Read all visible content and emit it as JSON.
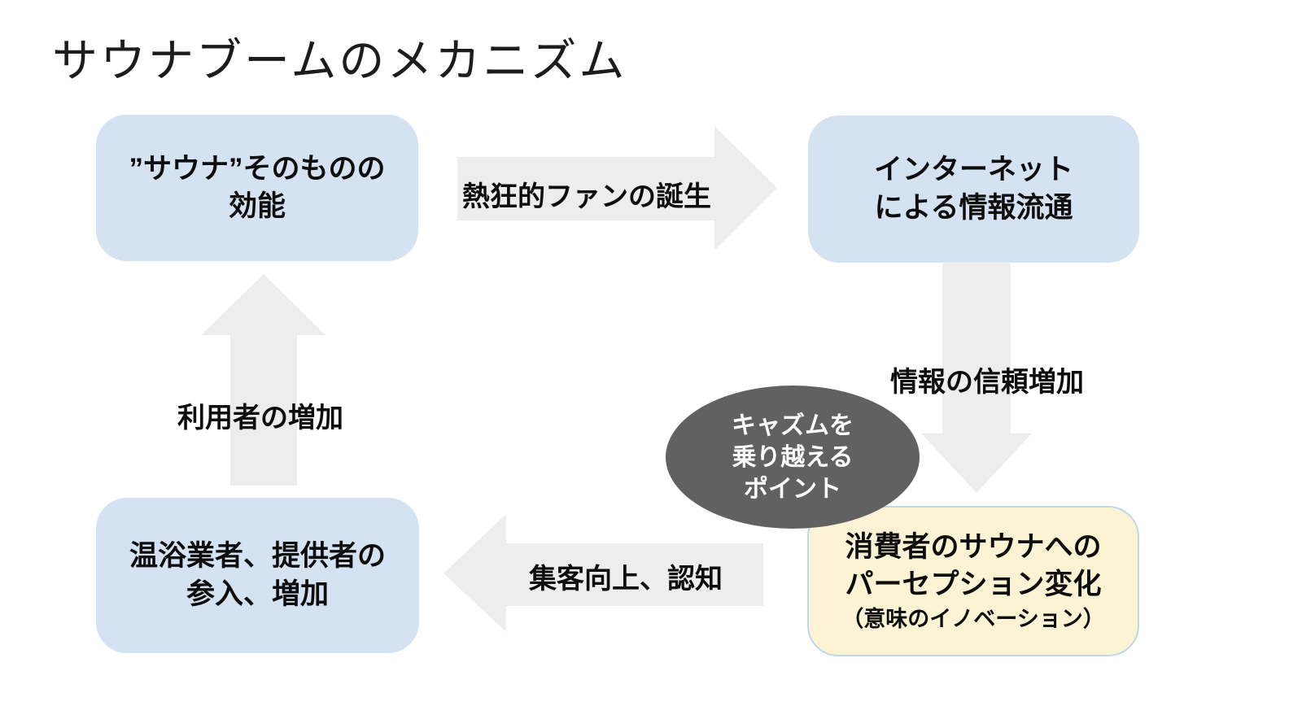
{
  "page": {
    "title": "サウナブームのメカニズム"
  },
  "colors": {
    "box_blue": "#d5e2f1",
    "box_yellow": "#fcf3d4",
    "yellow_border": "#bfd7ec",
    "arrow_gray": "#ededed",
    "ellipse_gray": "#616161",
    "text_dark": "#0d0d0d",
    "text_white": "#ffffff"
  },
  "boxes": {
    "sauna_benefit": {
      "line1": "”サウナ”そのものの",
      "line2": "効能"
    },
    "internet": {
      "line1": "インターネット",
      "line2": "による情報流通"
    },
    "perception": {
      "line1": "消費者のサウナへの",
      "line2": "パーセプション変化",
      "line3": "（意味のイノベーション）"
    },
    "providers": {
      "line1": "温浴業者、提供者の",
      "line2": "参入、増加"
    }
  },
  "arrow_labels": {
    "fans": "熱狂的ファンの誕生",
    "trust": "情報の信頼増加",
    "attract": "集客向上、認知",
    "users": "利用者の増加"
  },
  "chasm_note": {
    "line1": "キャズムを",
    "line2": "乗り越える",
    "line3": "ポイント"
  }
}
